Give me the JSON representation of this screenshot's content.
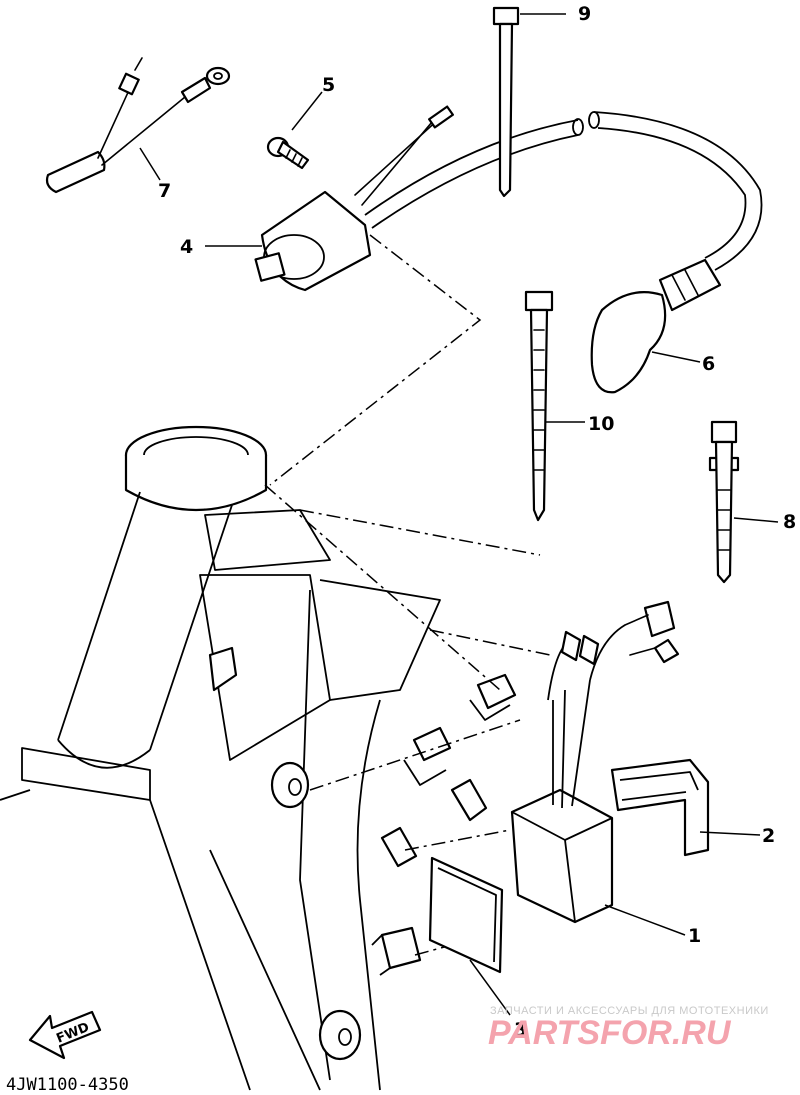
{
  "diagram_code": "4JW1100-4350",
  "fwd_label": "FWD",
  "watermark": {
    "caption": "ЗАПЧАСТИ И АКСЕССУАРЫ ДЛЯ МОТОТЕХНИКИ",
    "brand": "PARTSFOR.RU"
  },
  "callouts": [
    {
      "id": "1",
      "label": "1"
    },
    {
      "id": "2",
      "label": "2"
    },
    {
      "id": "3",
      "label": "3"
    },
    {
      "id": "4",
      "label": "4"
    },
    {
      "id": "5",
      "label": "5"
    },
    {
      "id": "6",
      "label": "6"
    },
    {
      "id": "7",
      "label": "7"
    },
    {
      "id": "8",
      "label": "8"
    },
    {
      "id": "9",
      "label": "9"
    },
    {
      "id": "10",
      "label": "10"
    }
  ]
}
